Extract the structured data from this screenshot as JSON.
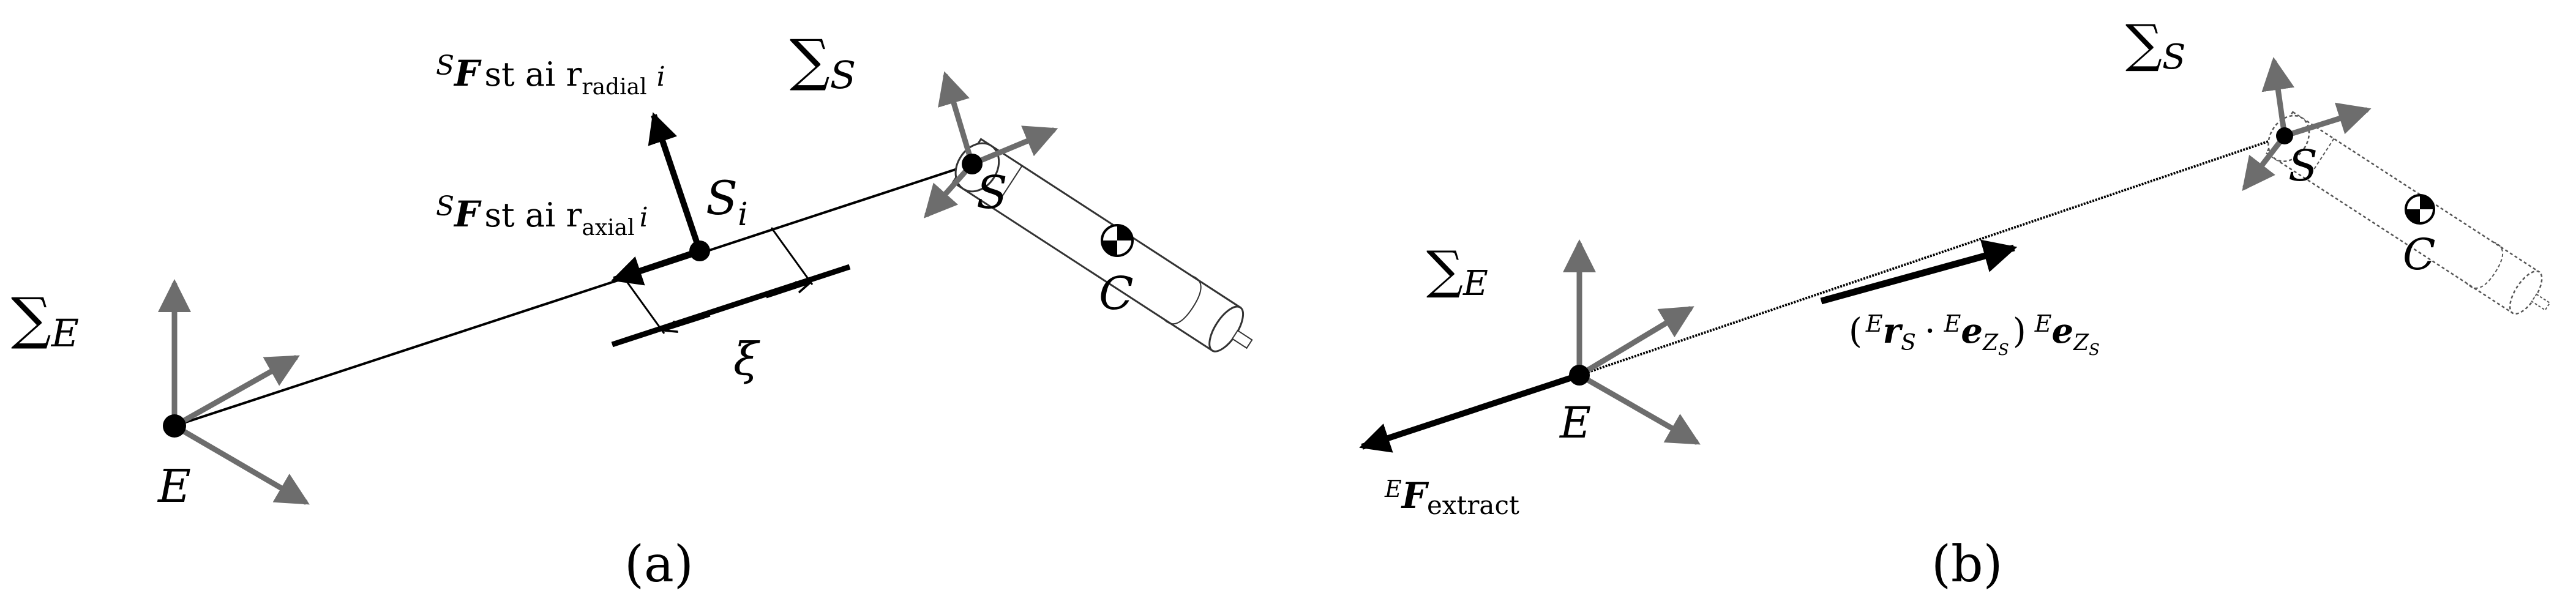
{
  "panel_a": {
    "caption": "(a)",
    "frame_E": {
      "symbol": "∑",
      "subscript": "E"
    },
    "frame_S": {
      "symbol": "∑",
      "subscript": "S"
    },
    "point_E": "E",
    "point_S": "S",
    "point_Si": {
      "main": "S",
      "sub": "i"
    },
    "point_C": "C",
    "force_radial": {
      "pre": "S",
      "main": "F",
      "text": "st ai r",
      "sub": "radial",
      "post": "i"
    },
    "force_axial": {
      "pre": "S",
      "main": "F",
      "text": "st ai r",
      "sub": "axial",
      "post": "i"
    },
    "xi": "ξ"
  },
  "panel_b": {
    "caption": "(b)",
    "frame_E": {
      "symbol": "∑",
      "subscript": "E"
    },
    "frame_S": {
      "symbol": "∑",
      "subscript": "S"
    },
    "point_E": "E",
    "point_S": "S",
    "point_C": "C",
    "velocity_label": {
      "open": "(",
      "pre1": "E",
      "r": "r",
      "rsub": "S",
      "dot": "·",
      "pre2": "E",
      "e1": "e",
      "e1sub": "Z",
      "e1subsub": "S",
      "close": ")",
      "pre3": "E",
      "e2": "e",
      "e2sub": "Z",
      "e2subsub": "S"
    },
    "force_extract": {
      "pre": "E",
      "main": "F",
      "sub": "extract"
    }
  },
  "colors": {
    "frame_arrow": "#6d6d6d",
    "line": "#000000"
  }
}
